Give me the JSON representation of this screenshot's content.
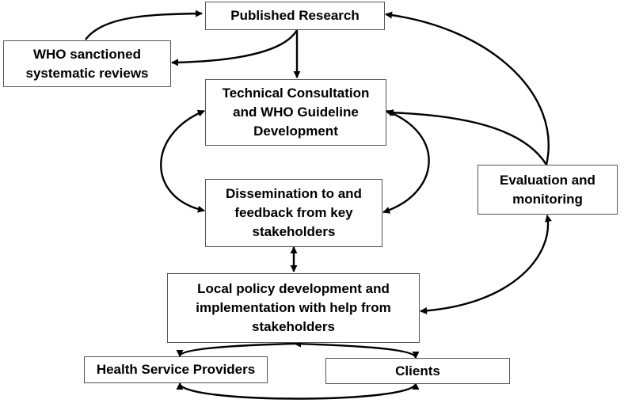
{
  "diagram": {
    "nodes": {
      "published_research": "Published Research",
      "who_reviews": "WHO sanctioned\nsystematic reviews",
      "technical_consultation": "Technical Consultation\nand WHO Guideline\nDevelopment",
      "dissemination": "Dissemination to and\nfeedback from key\nstakeholders",
      "evaluation": "Evaluation and\nmonitoring",
      "local_policy": "Local policy development and\nimplementation with help from\nstakeholders",
      "health_providers": "Health Service Providers",
      "clients": "Clients"
    },
    "colors": {
      "box_border": "#555555",
      "arrow": "#000000",
      "text": "#000000"
    }
  }
}
